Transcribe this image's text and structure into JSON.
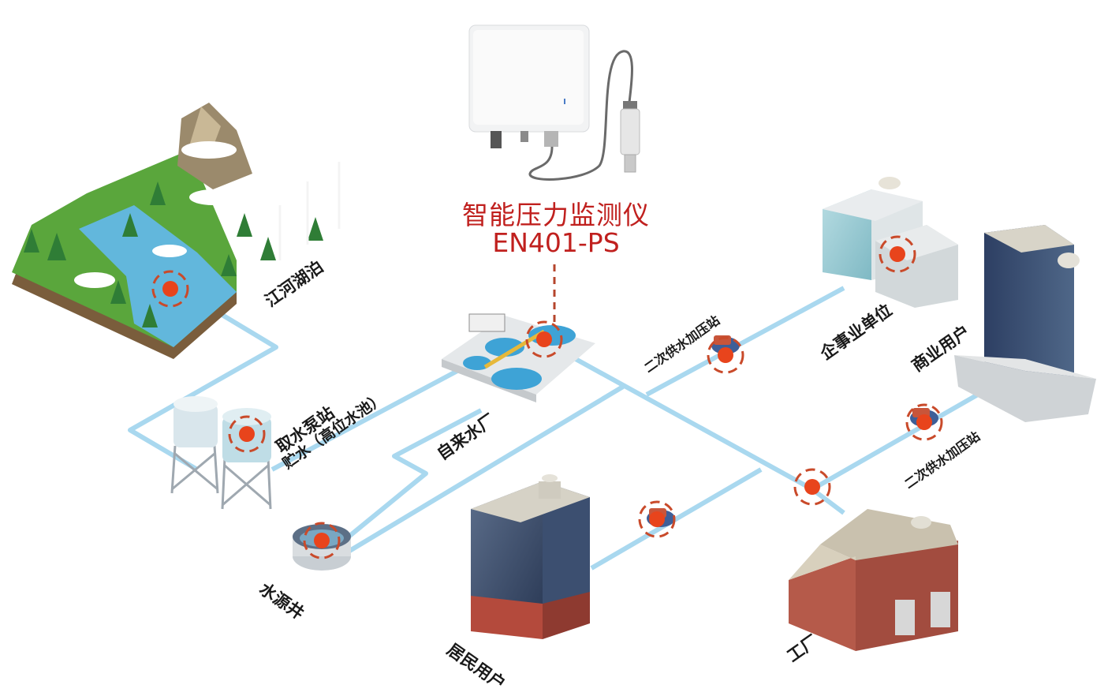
{
  "title": {
    "line1": "智能压力监测仪",
    "line2": "EN401-PS"
  },
  "labels": {
    "lake": "江河湖泊",
    "pump_station_1": "取水泵站",
    "pump_station_2": "贮水（高位水池）",
    "waterworks": "自来水厂",
    "well": "水源井",
    "residential": "居民用户",
    "booster_top": "二次供水加压站",
    "enterprise": "企事业单位",
    "commercial": "商业用户",
    "booster_right": "二次供水加压站",
    "factory": "工厂"
  },
  "colors": {
    "pipe": "#a9d8ef",
    "title": "#c0201e",
    "sensor_dot": "#e8441c",
    "sensor_ring": "#c94a2a"
  }
}
